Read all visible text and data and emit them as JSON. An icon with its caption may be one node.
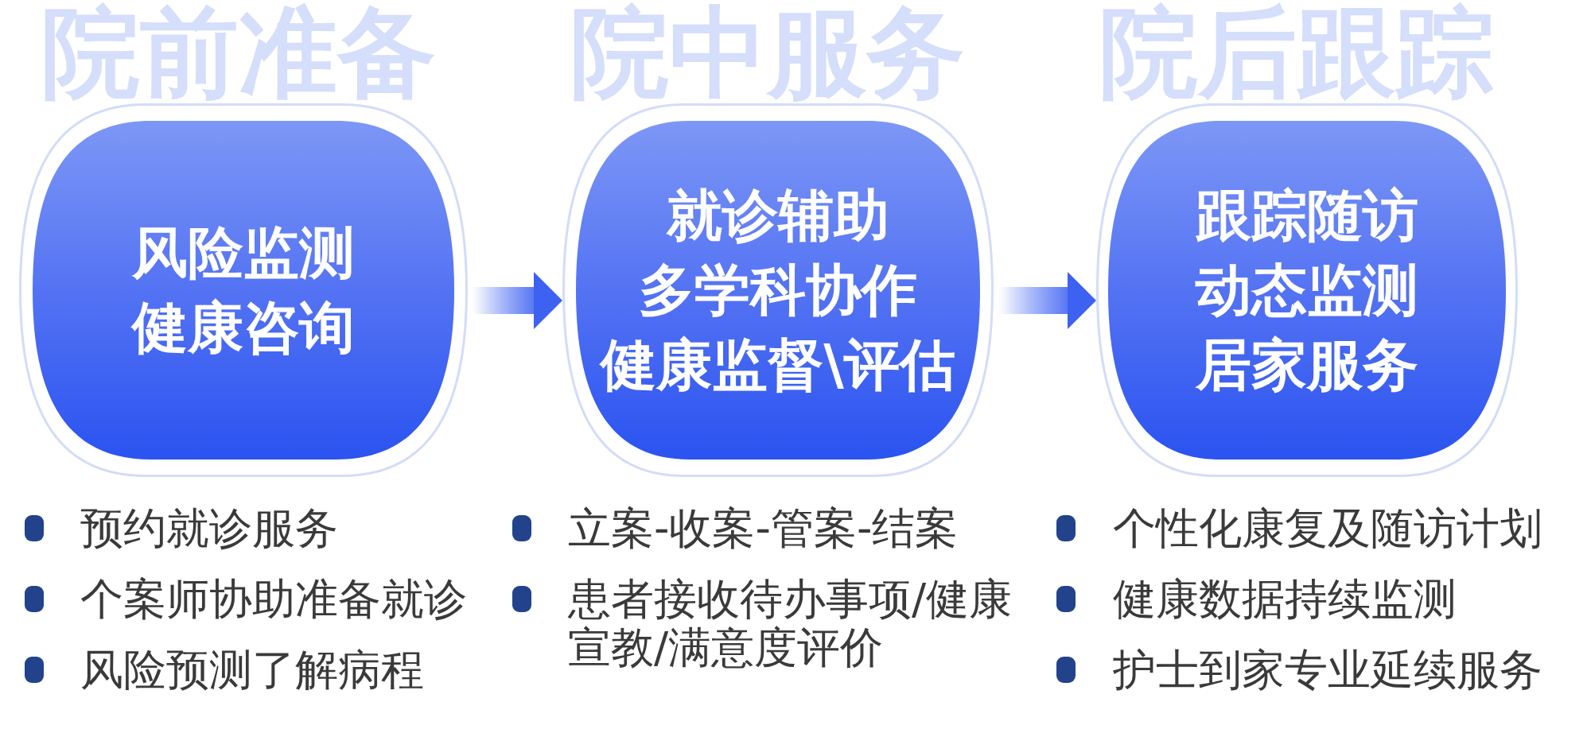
{
  "diagram": {
    "nodes": [
      {
        "text": [
          "院前准备",
          "风险监测",
          "健康咨询"
        ],
        "beside": [
          "预约就诊服务",
          "个案师协助准备就诊",
          "风险预测了解病程"
        ]
      },
      {
        "text": [
          "院中服务",
          "就诊辅助",
          "多学科协作",
          "健康监督\\评估"
        ],
        "beside": [
          "立案-收案-管案-结案",
          "患者接收待办事项/健康宣教/满意度评价"
        ]
      },
      {
        "text": [
          "院后跟踪",
          "跟踪随访",
          "动态监测",
          "居家服务"
        ],
        "beside": [
          "个性化康复及随访计划",
          "健康数据持续监测",
          "护士到家专业延续服务"
        ]
      }
    ],
    "edges": [
      {
        "from": 0,
        "to": 1,
        "arrow": "to"
      },
      {
        "from": 1,
        "to": 2,
        "arrow": "to"
      }
    ]
  }
}
